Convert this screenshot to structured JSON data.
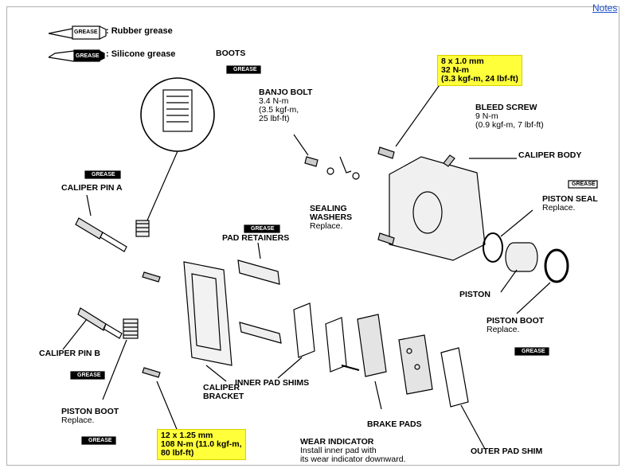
{
  "header": {
    "notes_link": "Notes"
  },
  "legend": {
    "rubber": {
      "tag": "GREASE",
      "text": ": Rubber grease"
    },
    "silicone": {
      "tag": "GREASE",
      "text": ": Silicone grease"
    }
  },
  "tags": {
    "grease": "GREASE"
  },
  "labels": {
    "boots": "BOOTS",
    "banjo_bolt": [
      "BANJO BOLT",
      "3.4 N-m",
      "(3.5 kgf-m,",
      "25 lbf-ft)"
    ],
    "torque_top": [
      "8 x 1.0 mm",
      "32 N-m",
      "(3.3 kgf-m, 24 lbf-ft)"
    ],
    "bleed_screw": [
      "BLEED SCREW",
      "9 N-m",
      "(0.9 kgf-m, 7 lbf-ft)"
    ],
    "caliper_body": "CALIPER BODY",
    "caliper_pin_a": "CALIPER PIN A",
    "sealing_washers": [
      "SEALING",
      "WASHERS",
      "Replace."
    ],
    "piston_seal": [
      "PISTON SEAL",
      "Replace."
    ],
    "pad_retainers": "PAD RETAINERS",
    "piston": "PISTON",
    "piston_boot_right": [
      "PISTON BOOT",
      "Replace."
    ],
    "caliper_pin_b": "CALIPER PIN B",
    "inner_pad_shims": "INNER PAD SHIMS",
    "caliper_bracket": [
      "CALIPER",
      "BRACKET"
    ],
    "piston_boot_left": [
      "PISTON BOOT",
      "Replace."
    ],
    "brake_pads": "BRAKE PADS",
    "torque_bottom": [
      "12 x 1.25 mm",
      "108 N-m (11.0 kgf-m,",
      "80 lbf-ft)"
    ],
    "wear_indicator": [
      "WEAR INDICATOR",
      "Install inner pad with",
      "its wear indicator downward."
    ],
    "outer_pad_shim": "OUTER PAD SHIM"
  }
}
